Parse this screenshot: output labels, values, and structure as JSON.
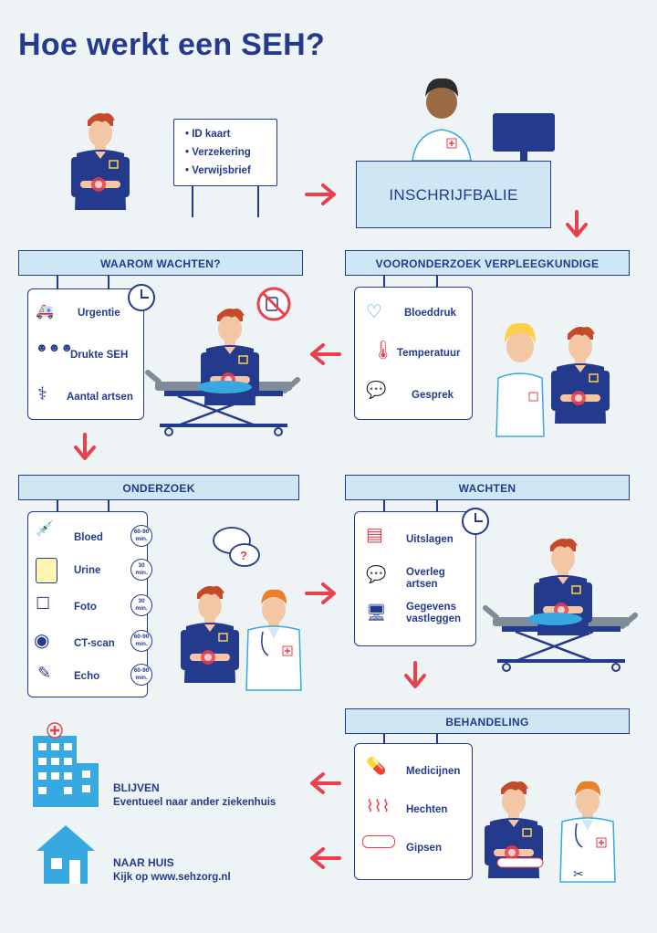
{
  "title": "Hoe werkt een SEH?",
  "id_sign": [
    "ID kaart",
    "Verzekering",
    "Verwijsbrief"
  ],
  "desk_label": "INSCHRIJFBALIE",
  "wait1": {
    "header": "WAAROM WACHTEN?",
    "items": [
      "Urgentie",
      "Drukte SEH",
      "Aantal artsen"
    ]
  },
  "pre": {
    "header": "VOORONDERZOEK VERPLEEGKUNDIGE",
    "items": [
      "Bloeddruk",
      "Temperatuur",
      "Gesprek"
    ]
  },
  "onderzoek": {
    "header": "ONDERZOEK",
    "items": [
      {
        "label": "Bloed",
        "time": "60-90 min."
      },
      {
        "label": "Urine",
        "time": "30 min."
      },
      {
        "label": "Foto",
        "time": "30 min."
      },
      {
        "label": "CT-scan",
        "time": "60-90 min."
      },
      {
        "label": "Echo",
        "time": "60-90 min."
      }
    ]
  },
  "wachten": {
    "header": "WACHTEN",
    "items": [
      "Uitslagen",
      "Overleg artsen",
      "Gegevens vastleggen"
    ]
  },
  "behandeling": {
    "header": "BEHANDELING",
    "items": [
      "Medicijnen",
      "Hechten",
      "Gipsen"
    ]
  },
  "stay": {
    "title": "BLIJVEN",
    "sub": "Eventueel naar ander ziekenhuis"
  },
  "home": {
    "title": "NAAR HUIS",
    "sub": "Kijk op www.sehzorg.nl"
  },
  "colors": {
    "navy": "#243a8c",
    "light_blue": "#cfe6f5",
    "red": "#e8414b",
    "sky": "#38a9e0"
  }
}
